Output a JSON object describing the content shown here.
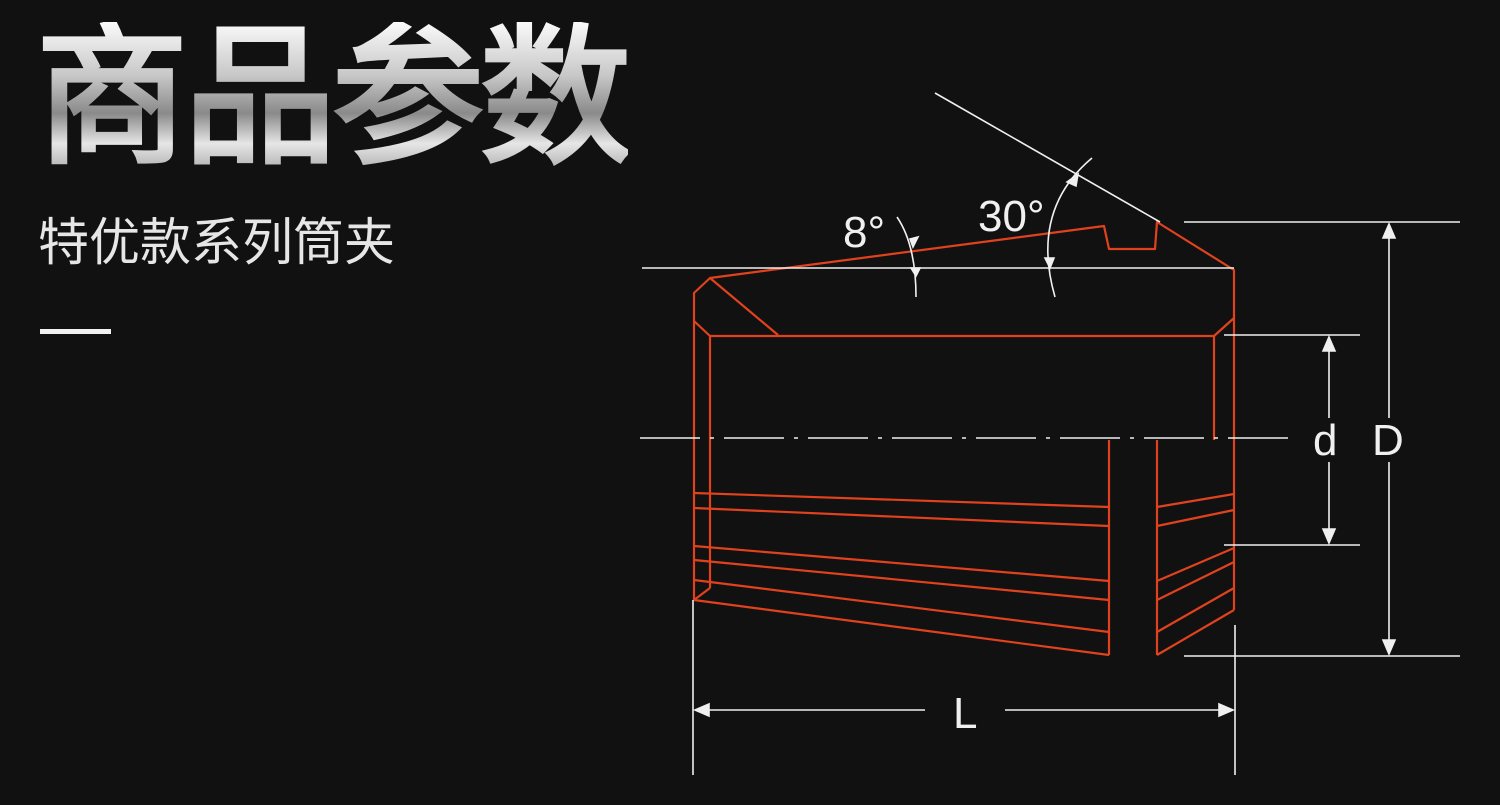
{
  "header": {
    "title": "商品参数",
    "subtitle": "特优款系列筒夹"
  },
  "diagram": {
    "angle_small": "8°",
    "angle_large": "30°",
    "dim_inner": "d",
    "dim_outer": "D",
    "dim_length": "L",
    "colors": {
      "outline": "#e0421e",
      "dimension": "#f0f0f0",
      "background": "#111111"
    }
  }
}
